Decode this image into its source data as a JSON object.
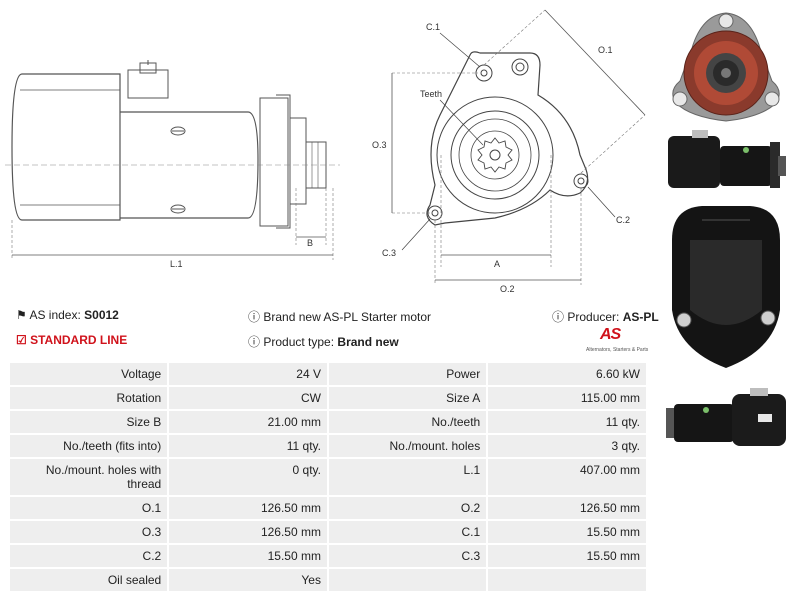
{
  "drawings": {
    "side_view": {
      "length_label": "L.1",
      "size_b_label": "B"
    },
    "front_view": {
      "c1": "C.1",
      "c2": "C.2",
      "c3": "C.3",
      "o1": "O.1",
      "o2": "O.2",
      "o3": "O.3",
      "a": "A",
      "teeth": "Teeth"
    }
  },
  "info": {
    "as_index_label": "AS index:",
    "as_index_value": "S0012",
    "standard_line": "STANDARD LINE",
    "description": "Brand new AS-PL Starter motor",
    "product_type_label": "Product type:",
    "product_type_value": "Brand new",
    "producer_label": "Producer:",
    "producer_value": "AS-PL",
    "logo_text": "AS",
    "logo_tagline": "Alternators, Starters & Parts"
  },
  "specs": [
    {
      "l_label": "Voltage",
      "l_value": "24 V",
      "r_label": "Power",
      "r_value": "6.60 kW"
    },
    {
      "l_label": "Rotation",
      "l_value": "CW",
      "r_label": "Size A",
      "r_value": "115.00 mm"
    },
    {
      "l_label": "Size B",
      "l_value": "21.00 mm",
      "r_label": "No./teeth",
      "r_value": "11 qty."
    },
    {
      "l_label": "No./teeth (fits into)",
      "l_value": "11 qty.",
      "r_label": "No./mount. holes",
      "r_value": "3 qty."
    },
    {
      "l_label": "No./mount. holes with thread",
      "l_value": "0 qty.",
      "r_label": "L.1",
      "r_value": "407.00 mm"
    },
    {
      "l_label": "O.1",
      "l_value": "126.50 mm",
      "r_label": "O.2",
      "r_value": "126.50 mm"
    },
    {
      "l_label": "O.3",
      "l_value": "126.50 mm",
      "r_label": "C.1",
      "r_value": "15.50 mm"
    },
    {
      "l_label": "C.2",
      "l_value": "15.50 mm",
      "r_label": "C.3",
      "r_value": "15.50 mm"
    },
    {
      "l_label": "Oil sealed",
      "l_value": "Yes",
      "r_label": "",
      "r_value": ""
    }
  ],
  "colors": {
    "accent_red": "#d0121b",
    "table_bg": "#eeeeee"
  }
}
